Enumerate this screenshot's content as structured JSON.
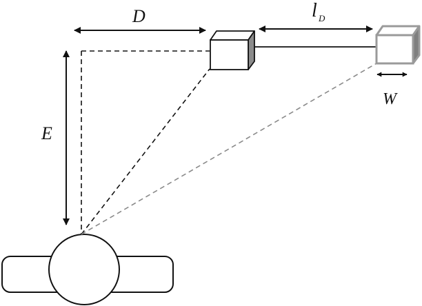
{
  "labels": {
    "distance_symbol": "D",
    "elevation_symbol": "E",
    "length_symbol": "l",
    "length_subscript": "D",
    "width_symbol": "W"
  },
  "colors": {
    "ink": "#111111",
    "ghost_outline": "#9a9a9a",
    "ghost_side": "#7f7f7f",
    "solid_side": "#8c8c8c",
    "ghost_sight_line": "#8a8a8a"
  }
}
